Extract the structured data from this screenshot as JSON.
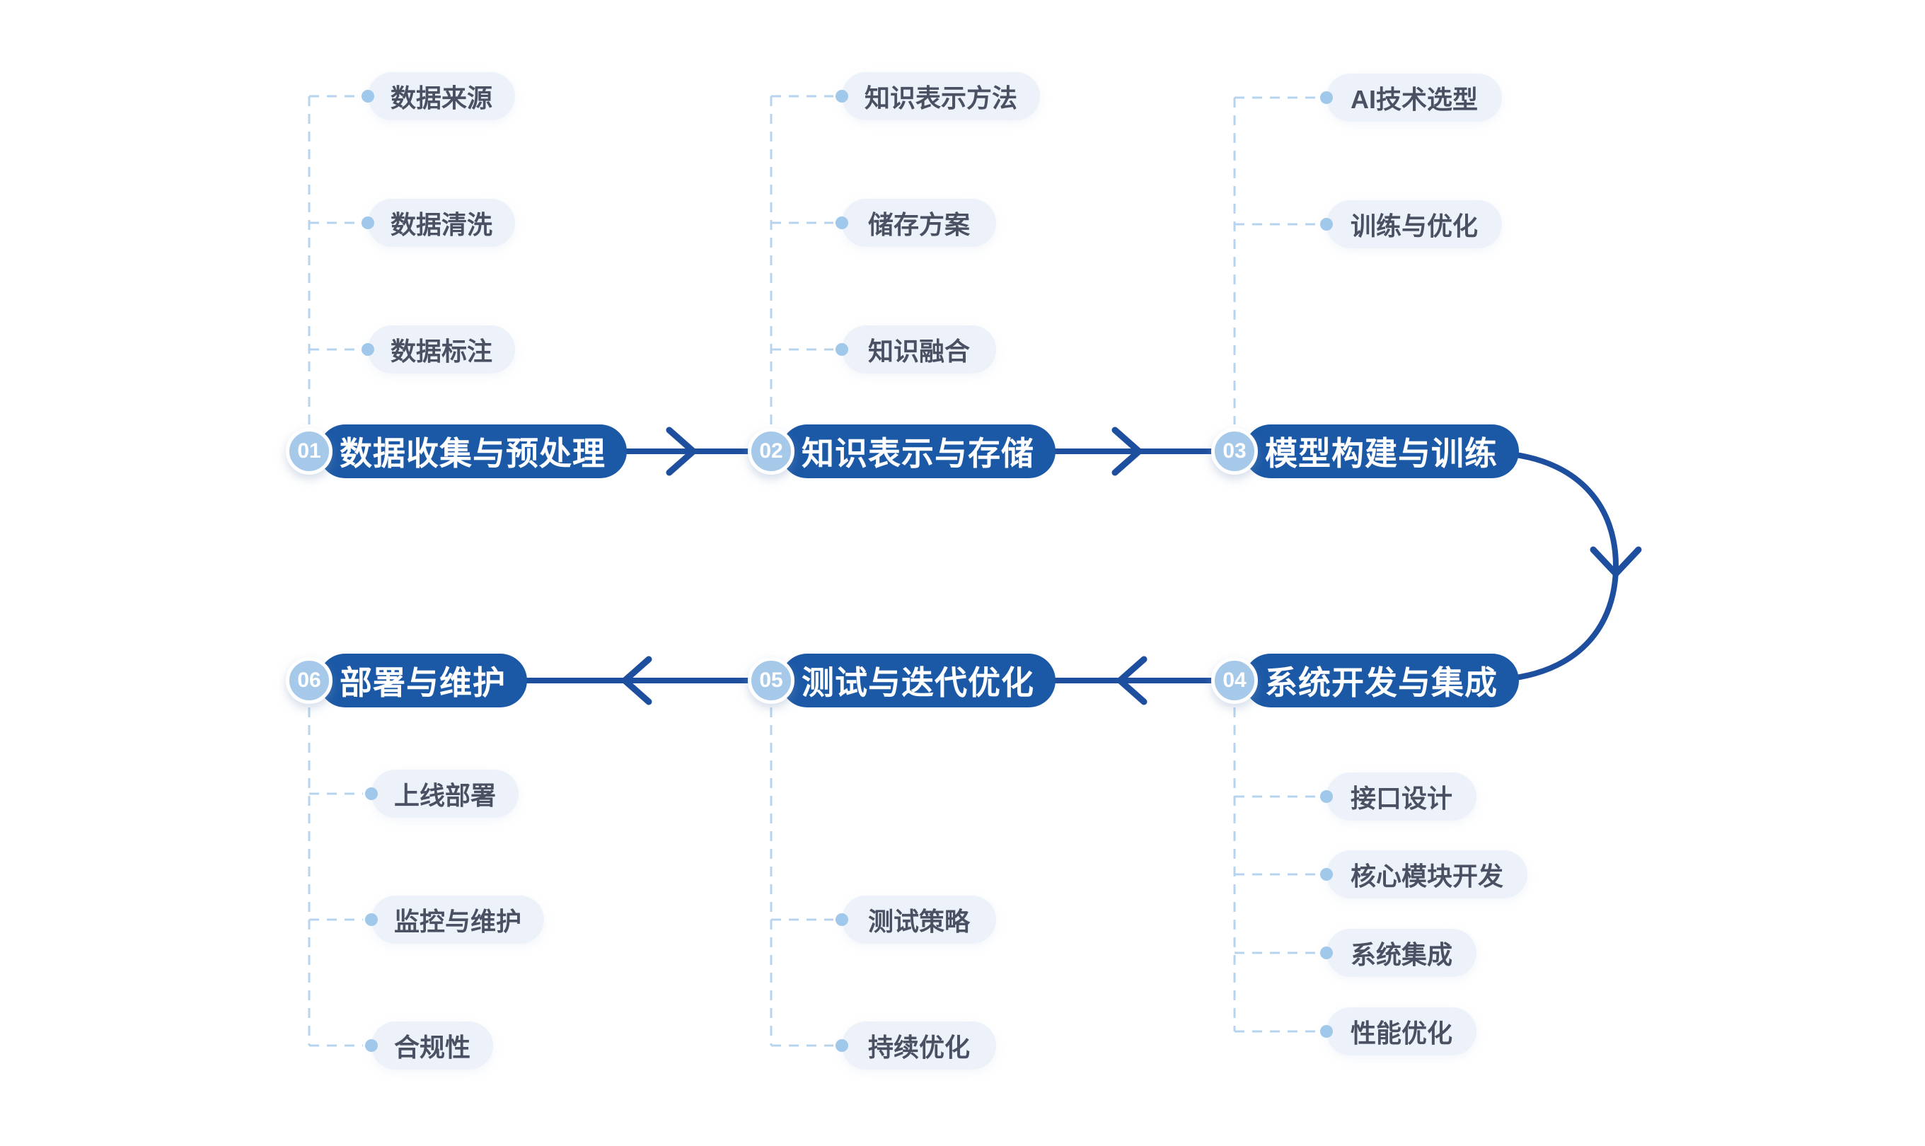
{
  "colors": {
    "background": "#ffffff",
    "stage_pill": "#1b58a6",
    "stage_text": "#ffffff",
    "badge_fill": "#a6c9e9",
    "badge_ring": "#ffffff",
    "badge_text": "#ffffff",
    "arrow": "#1e4f9e",
    "sub_pill_bg": "#edf2fa",
    "sub_pill_text": "#4b5163",
    "dash_line": "#b7d4ee",
    "branch_dot": "#9fc8ea"
  },
  "stages": [
    {
      "number": "01",
      "label": "数据收集与预处理",
      "sub_items": [
        "数据来源",
        "数据清洗",
        "数据标注"
      ]
    },
    {
      "number": "02",
      "label": "知识表示与存储",
      "sub_items": [
        "知识表示方法",
        "储存方案",
        "知识融合"
      ]
    },
    {
      "number": "03",
      "label": "模型构建与训练",
      "sub_items": [
        "AI技术选型",
        "训练与优化"
      ]
    },
    {
      "number": "04",
      "label": "系统开发与集成",
      "sub_items": [
        "接口设计",
        "核心模块开发",
        "系统集成",
        "性能优化"
      ]
    },
    {
      "number": "05",
      "label": "测试与迭代优化",
      "sub_items": [
        "测试策略",
        "持续优化"
      ]
    },
    {
      "number": "06",
      "label": "部署与维护",
      "sub_items": [
        "上线部署",
        "监控与维护",
        "合规性"
      ]
    }
  ],
  "connections": [
    {
      "from": "01",
      "to": "02"
    },
    {
      "from": "02",
      "to": "03"
    },
    {
      "from": "03",
      "to": "04"
    },
    {
      "from": "04",
      "to": "05"
    },
    {
      "from": "05",
      "to": "06"
    }
  ]
}
